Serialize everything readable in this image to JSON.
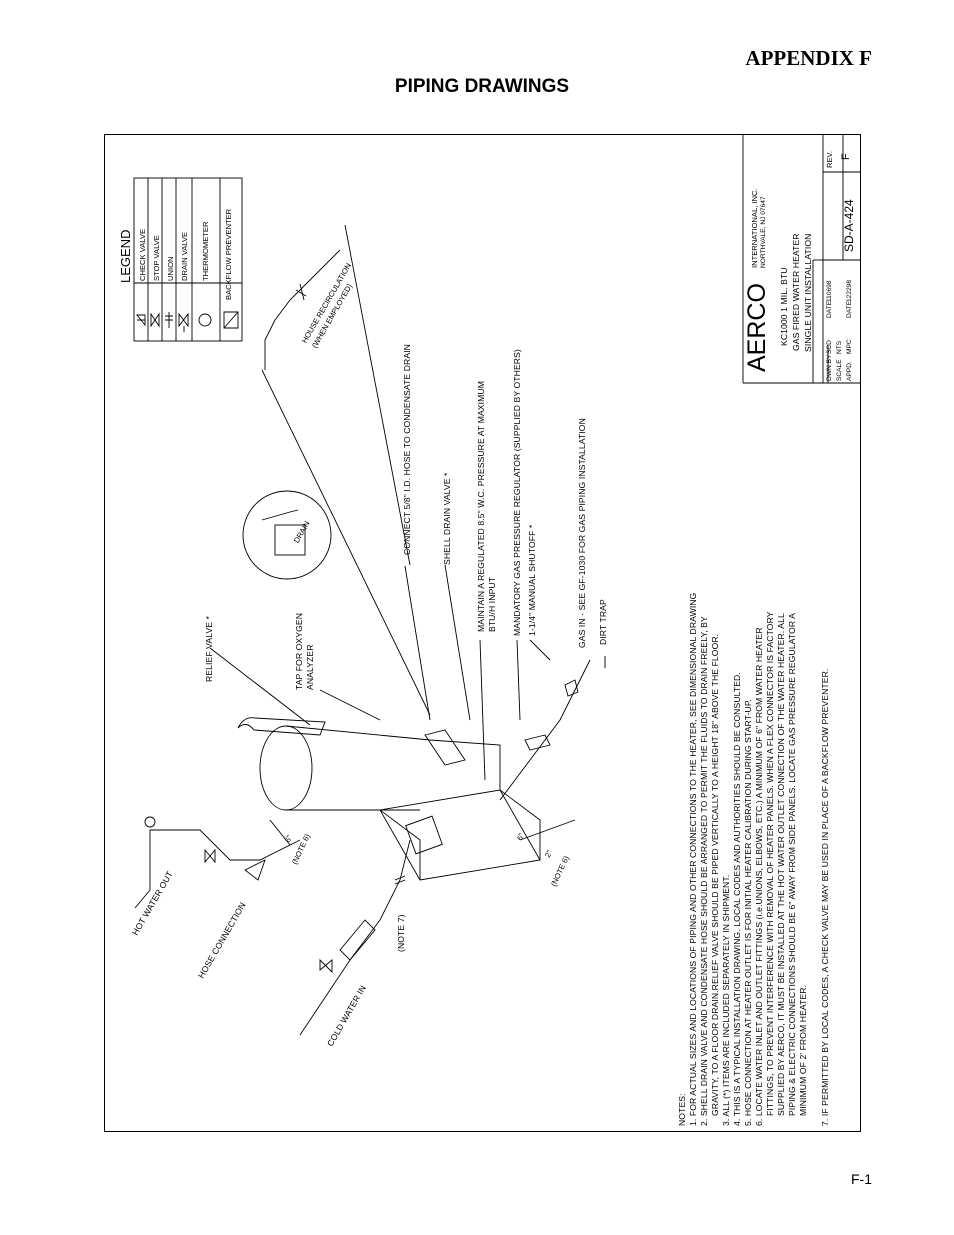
{
  "header": {
    "appendix": "APPENDIX F",
    "title": "PIPING DRAWINGS"
  },
  "legend": {
    "heading": "LEGEND",
    "items": [
      "CHECK VALVE",
      "STOP VALVE",
      "UNION",
      "DRAIN VALVE",
      "THERMOMETER",
      "BACKFLOW PREVENTER"
    ]
  },
  "labels": {
    "house_recirc_1": "HOUSE RECIRCULATION",
    "house_recirc_2": "(WHEN EMPLOYED)",
    "condensate": "CONNECT 5/8\" I.D. HOSE TO CONDENSATE DRAIN",
    "shell_drain": "SHELL DRAIN VALVE *",
    "maintain_1": "MAINTAIN A REGULATED 8.5\" W.C. PRESSURE AT MAXIMUM",
    "maintain_2": "BTU/H INPUT",
    "mandatory": "MANDATORY GAS PRESSURE REGULATOR (SUPPLIED BY OTHERS)",
    "manual_shutoff": "1-1/4\" MANUAL SHUTOFF *",
    "gas_in": "GAS IN - SEE GF-1030 FOR GAS PIPING INSTALLATION",
    "dirt_trap": "DIRT TRAP",
    "drain": "DRAIN",
    "relief_valve": "RELIEF VALVE *",
    "tap_1": "TAP FOR OXYGEN",
    "tap_2": "ANALYZER",
    "hot_water_out": "HOT WATER OUT",
    "hose_connection": "HOSE CONNECTION",
    "cold_water_in": "COLD WATER IN",
    "note7": "(NOTE 7)",
    "note6_a": "(NOTE 6)",
    "note6_b": "(NOTE 6)",
    "dim_6": "6\"",
    "dim_2": "2\"",
    "dim_6b": "6\""
  },
  "notes": {
    "heading": "NOTES:",
    "lines": [
      "1. FOR ACTUAL SIZES AND LOCATIONS OF PIPING AND OTHER CONNECTIONS TO THE HEATER, SEE DIMENSIONAL DRAWING",
      "2. SHELL DRAIN VALVE AND CONDENSATE HOSE SHOULD BE ARRANGED TO PERMIT THE FLUIDS TO DRAIN FREELY, BY",
      "GRAVITY, TO A FLOOR DRAIN.RELIEF VALVE SHOULD BE PIPED VERTICALLY TO A HEIGHT 18\" ABOVE THE FLOOR.",
      "3. ALL (*) ITEMS ARE INCLUDED SEPARATELY IN SHIPMENT.",
      "4. THIS IS A TYPICAL INSTALLATION DRAWING. LOCAL CODES AND AUTHORITIES SHOULD BE CONSULTED.",
      "5. HOSE CONNECTION AT HEATER OUTLET IS FOR INITIAL HEATER CALIBRATION DURING START-UP.",
      "6. LOCATE WATER INLET AND OUTLET FITTINGS (i.e.UNIONS, ELBOWS, ETC.) A MINIMUM OF 6\" FROM WATER HEATER",
      "FITTINGS, TO PREVENT INTERFERENCE WITH REMOVAL OF HEATER PANELS. WHEN A FLEX CONNECTOR IS FACTORY",
      "SUPPLIED BY AERCO, IT MUST BE INSTALLED AT THE HOT WATER OUTLET CONNECTION OF THE WATER HEATER. ALL",
      "PIPING & ELECTRIC CONNECTIONS SHOULD BE 6\" AWAY FROM SIDE PANELS. LOCATE GAS PRESSURE REGULATOR A",
      "MINIMUM OF 2' FROM HEATER.",
      "7. IF PERMITTED BY LOCAL CODES, A CHECK VALVE MAY BE USED IN PLACE OF A BACKFLOW PREVENTER."
    ]
  },
  "title_block": {
    "company": "AERCO",
    "company_sub_1": "INTERNATIONAL, INC.",
    "company_sub_2": "NORTHVALE, NJ  07647",
    "desc_1": "KC1000 1 MIL. BTU",
    "desc_2": "GAS FIRED WATER HEATER",
    "desc_3": "SINGLE UNIT INSTALLATION",
    "dwn_by_label": "DWN BY",
    "dwn_by": "SCD",
    "date1_label": "DATE",
    "date1": "110698",
    "scale_label": "SCALE",
    "scale": "NTS",
    "appd_label": "APPD.",
    "appd": "MPC",
    "date2_label": "DATE",
    "date2": "122298",
    "drawing_no": "SD-A-424",
    "rev_label": "REV.",
    "rev": "F"
  },
  "footer": {
    "page": "F-1"
  }
}
